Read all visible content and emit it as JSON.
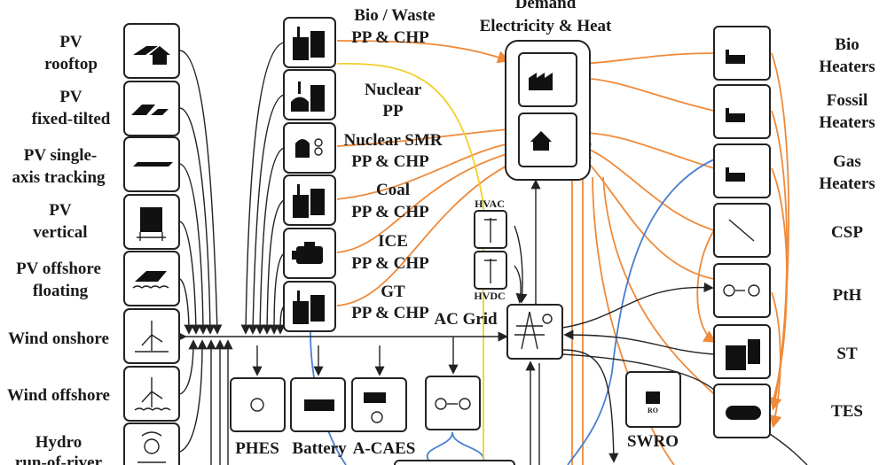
{
  "demand": {
    "title_line1": "Demand",
    "title_line2": "Electricity & Heat"
  },
  "sources": [
    {
      "line1": "PV",
      "line2": "rooftop",
      "icon": "pv-rooftop-icon"
    },
    {
      "line1": "PV",
      "line2": "fixed-tilted",
      "icon": "pv-fixed-tilted-icon"
    },
    {
      "line1": "PV single-",
      "line2": "axis tracking",
      "icon": "pv-tracking-icon"
    },
    {
      "line1": "PV",
      "line2": "vertical",
      "icon": "pv-vertical-icon"
    },
    {
      "line1": "PV offshore",
      "line2": "floating",
      "icon": "pv-floating-icon"
    },
    {
      "line1": "Wind onshore",
      "line2": "",
      "icon": "wind-onshore-icon"
    },
    {
      "line1": "Wind offshore",
      "line2": "",
      "icon": "wind-offshore-icon"
    },
    {
      "line1": "Hydro",
      "line2": "run-of-river",
      "icon": "hydro-icon"
    }
  ],
  "plants": [
    {
      "line1": "Bio / Waste",
      "line2": "PP & CHP"
    },
    {
      "line1": "Nuclear",
      "line2": "PP"
    },
    {
      "line1": "Nuclear SMR",
      "line2": "PP & CHP"
    },
    {
      "line1": "Coal",
      "line2": "PP & CHP"
    },
    {
      "line1": "ICE",
      "line2": "PP & CHP"
    },
    {
      "line1": "GT",
      "line2": "PP & CHP"
    }
  ],
  "grid": {
    "ac": "AC Grid",
    "hvac": "HVAC",
    "hvdc": "HVDC"
  },
  "heaters": [
    {
      "line1": "Bio",
      "line2": "Heaters"
    },
    {
      "line1": "Fossil",
      "line2": "Heaters"
    },
    {
      "line1": "Gas",
      "line2": "Heaters"
    },
    {
      "line1": "CSP",
      "line2": ""
    },
    {
      "line1": "PtH",
      "line2": ""
    },
    {
      "line1": "ST",
      "line2": ""
    },
    {
      "line1": "TES",
      "line2": ""
    }
  ],
  "storage": [
    "PHES",
    "Battery",
    "A-CAES"
  ],
  "swro": {
    "label": "SWRO",
    "icon_text": "RO"
  },
  "colors": {
    "heat": "#ef8a3a",
    "gas": "#4a7fd0",
    "fuel": "#f2cf2a",
    "electricity": "#222222"
  }
}
